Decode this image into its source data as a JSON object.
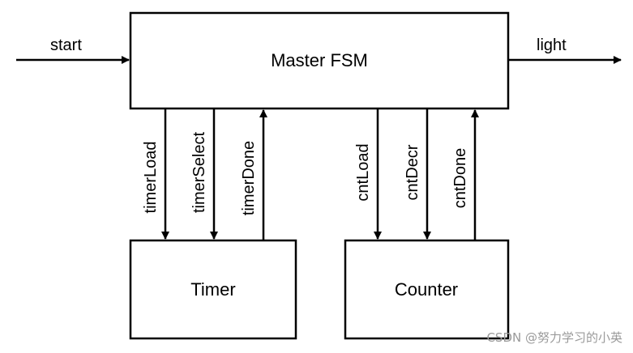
{
  "diagram": {
    "blocks": {
      "master": "Master FSM",
      "timer": "Timer",
      "counter": "Counter"
    },
    "inputs": {
      "start": "start"
    },
    "outputs": {
      "light": "light"
    },
    "signals": {
      "timer_load": "timerLoad",
      "timer_select": "timerSelect",
      "timer_done": "timerDone",
      "cnt_load": "cntLoad",
      "cnt_decr": "cntDecr",
      "cnt_done": "cntDone"
    }
  },
  "watermark": "CSDN @努力学习的小英"
}
